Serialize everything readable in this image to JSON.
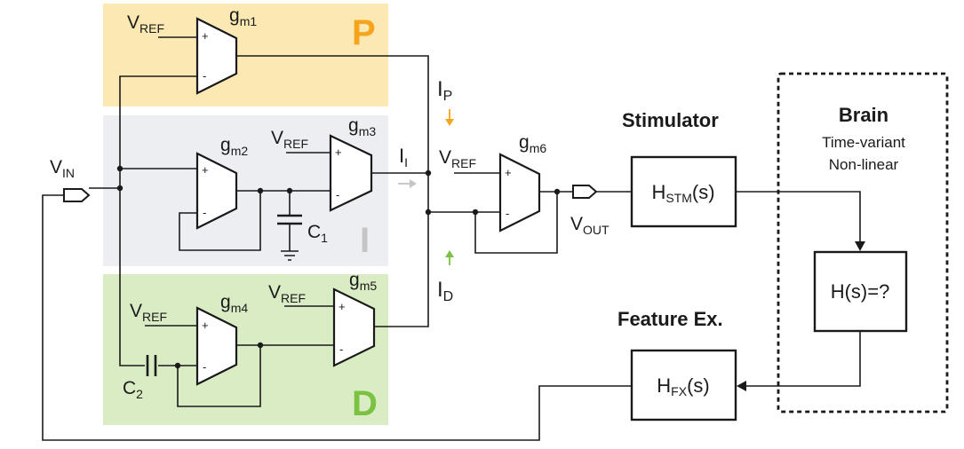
{
  "colors": {
    "p_region": "#fbe8b2",
    "i_region": "#eceef2",
    "d_region": "#d9ecc3",
    "p_accent": "#f5a41b",
    "i_accent": "#c5c5c5",
    "d_accent": "#7cc242",
    "ink": "#1a1a1a"
  },
  "regions": {
    "p": {
      "label": "P"
    },
    "i": {
      "label": "I"
    },
    "d": {
      "label": "D"
    }
  },
  "labels": {
    "vref": {
      "main": "V",
      "sub": "REF"
    },
    "vin": {
      "main": "V",
      "sub": "IN"
    },
    "vout": {
      "main": "V",
      "sub": "OUT"
    },
    "gm1": {
      "main": "g",
      "sub": "m1"
    },
    "gm2": {
      "main": "g",
      "sub": "m2"
    },
    "gm3": {
      "main": "g",
      "sub": "m3"
    },
    "gm4": {
      "main": "g",
      "sub": "m4"
    },
    "gm5": {
      "main": "g",
      "sub": "m5"
    },
    "gm6": {
      "main": "g",
      "sub": "m6"
    },
    "c1": {
      "main": "C",
      "sub": "1"
    },
    "c2": {
      "main": "C",
      "sub": "2"
    },
    "ip": {
      "main": "I",
      "sub": "P"
    },
    "ii": {
      "main": "I",
      "sub": "I"
    },
    "id": {
      "main": "I",
      "sub": "D"
    },
    "plus": "+",
    "minus": "-"
  },
  "blocks": {
    "stimulator": {
      "title": "Stimulator",
      "fn_main": "H",
      "fn_sub": "STM",
      "fn_tail": "(s)"
    },
    "brain": {
      "title": "Brain",
      "line1": "Time-variant",
      "line2": "Non-linear",
      "fn": "H(s)=?"
    },
    "feature": {
      "title": "Feature Ex.",
      "fn_main": "H",
      "fn_sub": "FX",
      "fn_tail": "(s)"
    }
  }
}
